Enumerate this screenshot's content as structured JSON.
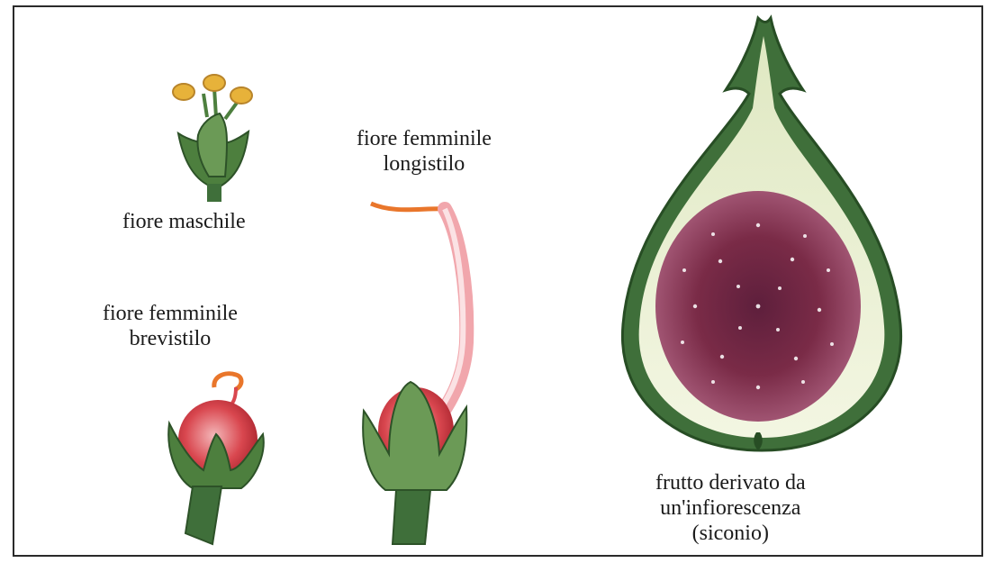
{
  "labels": {
    "male_flower": "fiore maschile",
    "female_long": {
      "line1": "fiore femminile",
      "line2": "longistilo"
    },
    "female_short": {
      "line1": "fiore femminile",
      "line2": "brevistilo"
    },
    "fruit": {
      "line1": "frutto derivato da",
      "line2": "un'infiorescenza",
      "line3": "(siconio)"
    }
  },
  "colors": {
    "stem_green": "#4d7f3e",
    "sepal_green": "#6b9a56",
    "anther_yellow": "#e7b23a",
    "pistil_red": "#d9474f",
    "stigma_orange": "#e9762b",
    "fig_skin": "#3f6f3a",
    "fig_flesh": "#eef3d6",
    "fig_core": "#7a2b47"
  }
}
